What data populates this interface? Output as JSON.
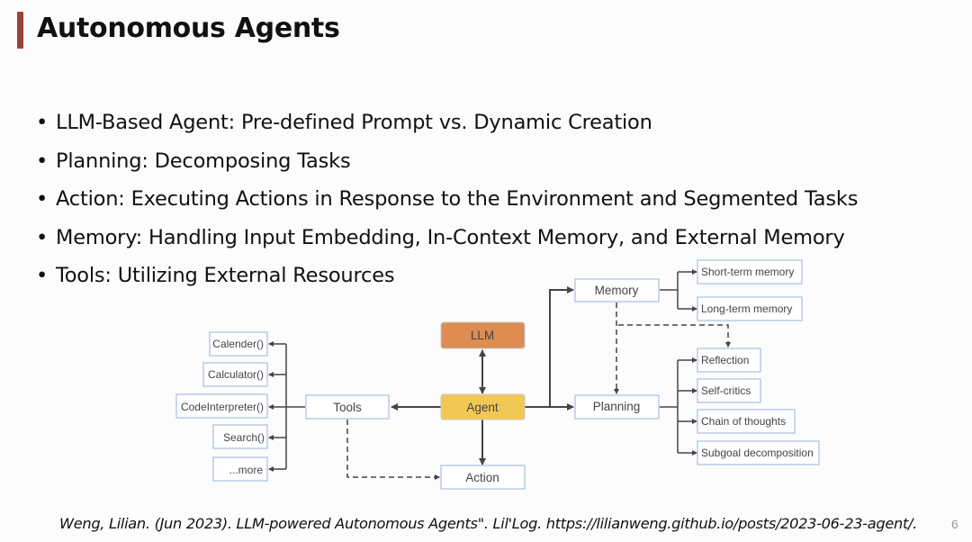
{
  "slide": {
    "title": "Autonomous Agents",
    "accent_color": "#9a4436",
    "bullets": [
      "LLM-Based Agent: Pre-defined Prompt vs. Dynamic Creation",
      "Planning: Decomposing Tasks",
      "Action: Executing Actions in Response to the Environment and Segmented Tasks",
      "Memory: Handling Input Embedding, In-Context Memory, and External Memory",
      "Tools: Utilizing External Resources"
    ],
    "bullet_glyph": "•",
    "citation": "Weng, Lilian. (Jun 2023). LLM-powered Autonomous Agents\". Lil'Log. https://lilianweng.github.io/posts/2023-06-23-agent/.",
    "page_number": "6"
  },
  "diagram": {
    "colors": {
      "llm_fill": "#dd8c52",
      "agent_fill": "#f2c855",
      "box_border": "#a9bde0",
      "line": "#444444"
    },
    "nodes": {
      "llm": "LLM",
      "agent": "Agent",
      "tools": "Tools",
      "action": "Action",
      "memory": "Memory",
      "planning": "Planning"
    },
    "tools_children": [
      "Calender()",
      "Calculator()",
      "CodeInterpreter()",
      "Search()",
      "...more"
    ],
    "memory_children": [
      "Short-term memory",
      "Long-term memory"
    ],
    "planning_children": [
      "Reflection",
      "Self-critics",
      "Chain of thoughts",
      "Subgoal decomposition"
    ]
  }
}
